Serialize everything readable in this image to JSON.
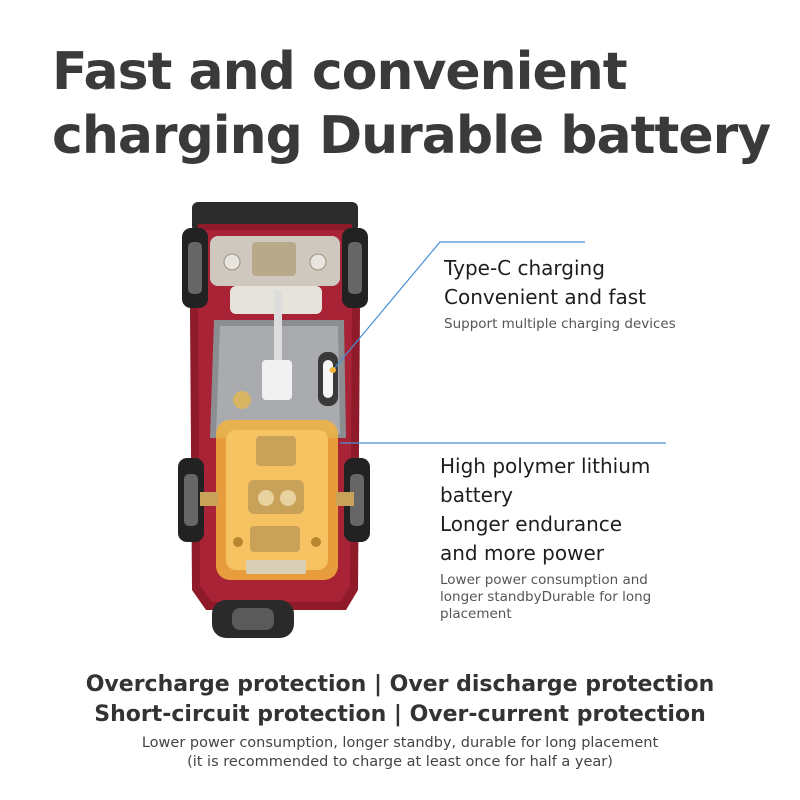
{
  "headline": {
    "line1": "Fast and convenient",
    "line2": "charging Durable battery"
  },
  "callout_charging": {
    "line1": "Type-C charging",
    "line2": "Convenient and fast",
    "sub": "Support multiple charging devices"
  },
  "callout_battery": {
    "line1": "High polymer lithium",
    "line2": "battery",
    "line3": "Longer endurance",
    "line4": "and more power",
    "sub": "Lower power consumption and longer standbyDurable for long placement"
  },
  "protection": {
    "line1": "Overcharge protection | Over discharge protection",
    "line2": "Short-circuit protection | Over-current protection"
  },
  "note": {
    "line1": "Lower power consumption, longer standby, durable for long placement",
    "line2": "(it is recommended to charge at least once for half a year)"
  },
  "colors": {
    "callout_line": "#4a90d9",
    "car_body": "#8e1a2a",
    "battery_amber": "#f2b33d"
  }
}
